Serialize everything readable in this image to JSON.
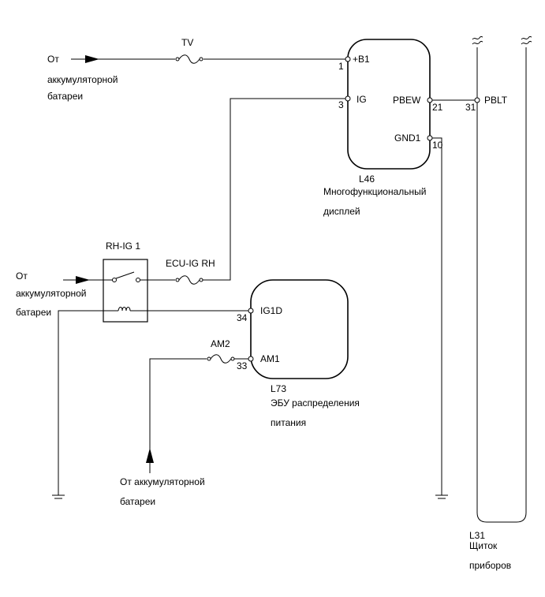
{
  "sources": {
    "top_line1": "От",
    "top_line2": "аккумуляторной",
    "top_line3": "батареи",
    "mid_line1": "От",
    "mid_line2": "аккумуляторной",
    "mid_line3": "батареи",
    "bottom_line1": "От аккумуляторной",
    "bottom_line2": "батареи"
  },
  "fuses": {
    "tv": "TV",
    "ecu_ig_rh": "ECU-IG RH",
    "am2": "AM2"
  },
  "relay": {
    "label": "RH-IG 1"
  },
  "l46": {
    "id": "L46",
    "name_line1": "Многофункциональный",
    "name_line2": "дисплей",
    "pin_b1_num": "1",
    "pin_b1_name": "+B1",
    "pin_ig_num": "3",
    "pin_ig_name": "IG",
    "pin_pbew_num": "21",
    "pin_pbew_name": "PBEW",
    "pin_gnd_num": "10",
    "pin_gnd_name": "GND1"
  },
  "l73": {
    "id": "L73",
    "name_line1": "ЭБУ распределения",
    "name_line2": "питания",
    "pin_ig1d_num": "34",
    "pin_ig1d_name": "IG1D",
    "pin_am1_num": "33",
    "pin_am1_name": "AM1"
  },
  "l31": {
    "id": "L31",
    "name_line1": "Щиток",
    "name_line2": "приборов",
    "pin_num": "31",
    "pin_name": "PBLT"
  },
  "colors": {
    "line": "#000000",
    "background": "#ffffff"
  }
}
